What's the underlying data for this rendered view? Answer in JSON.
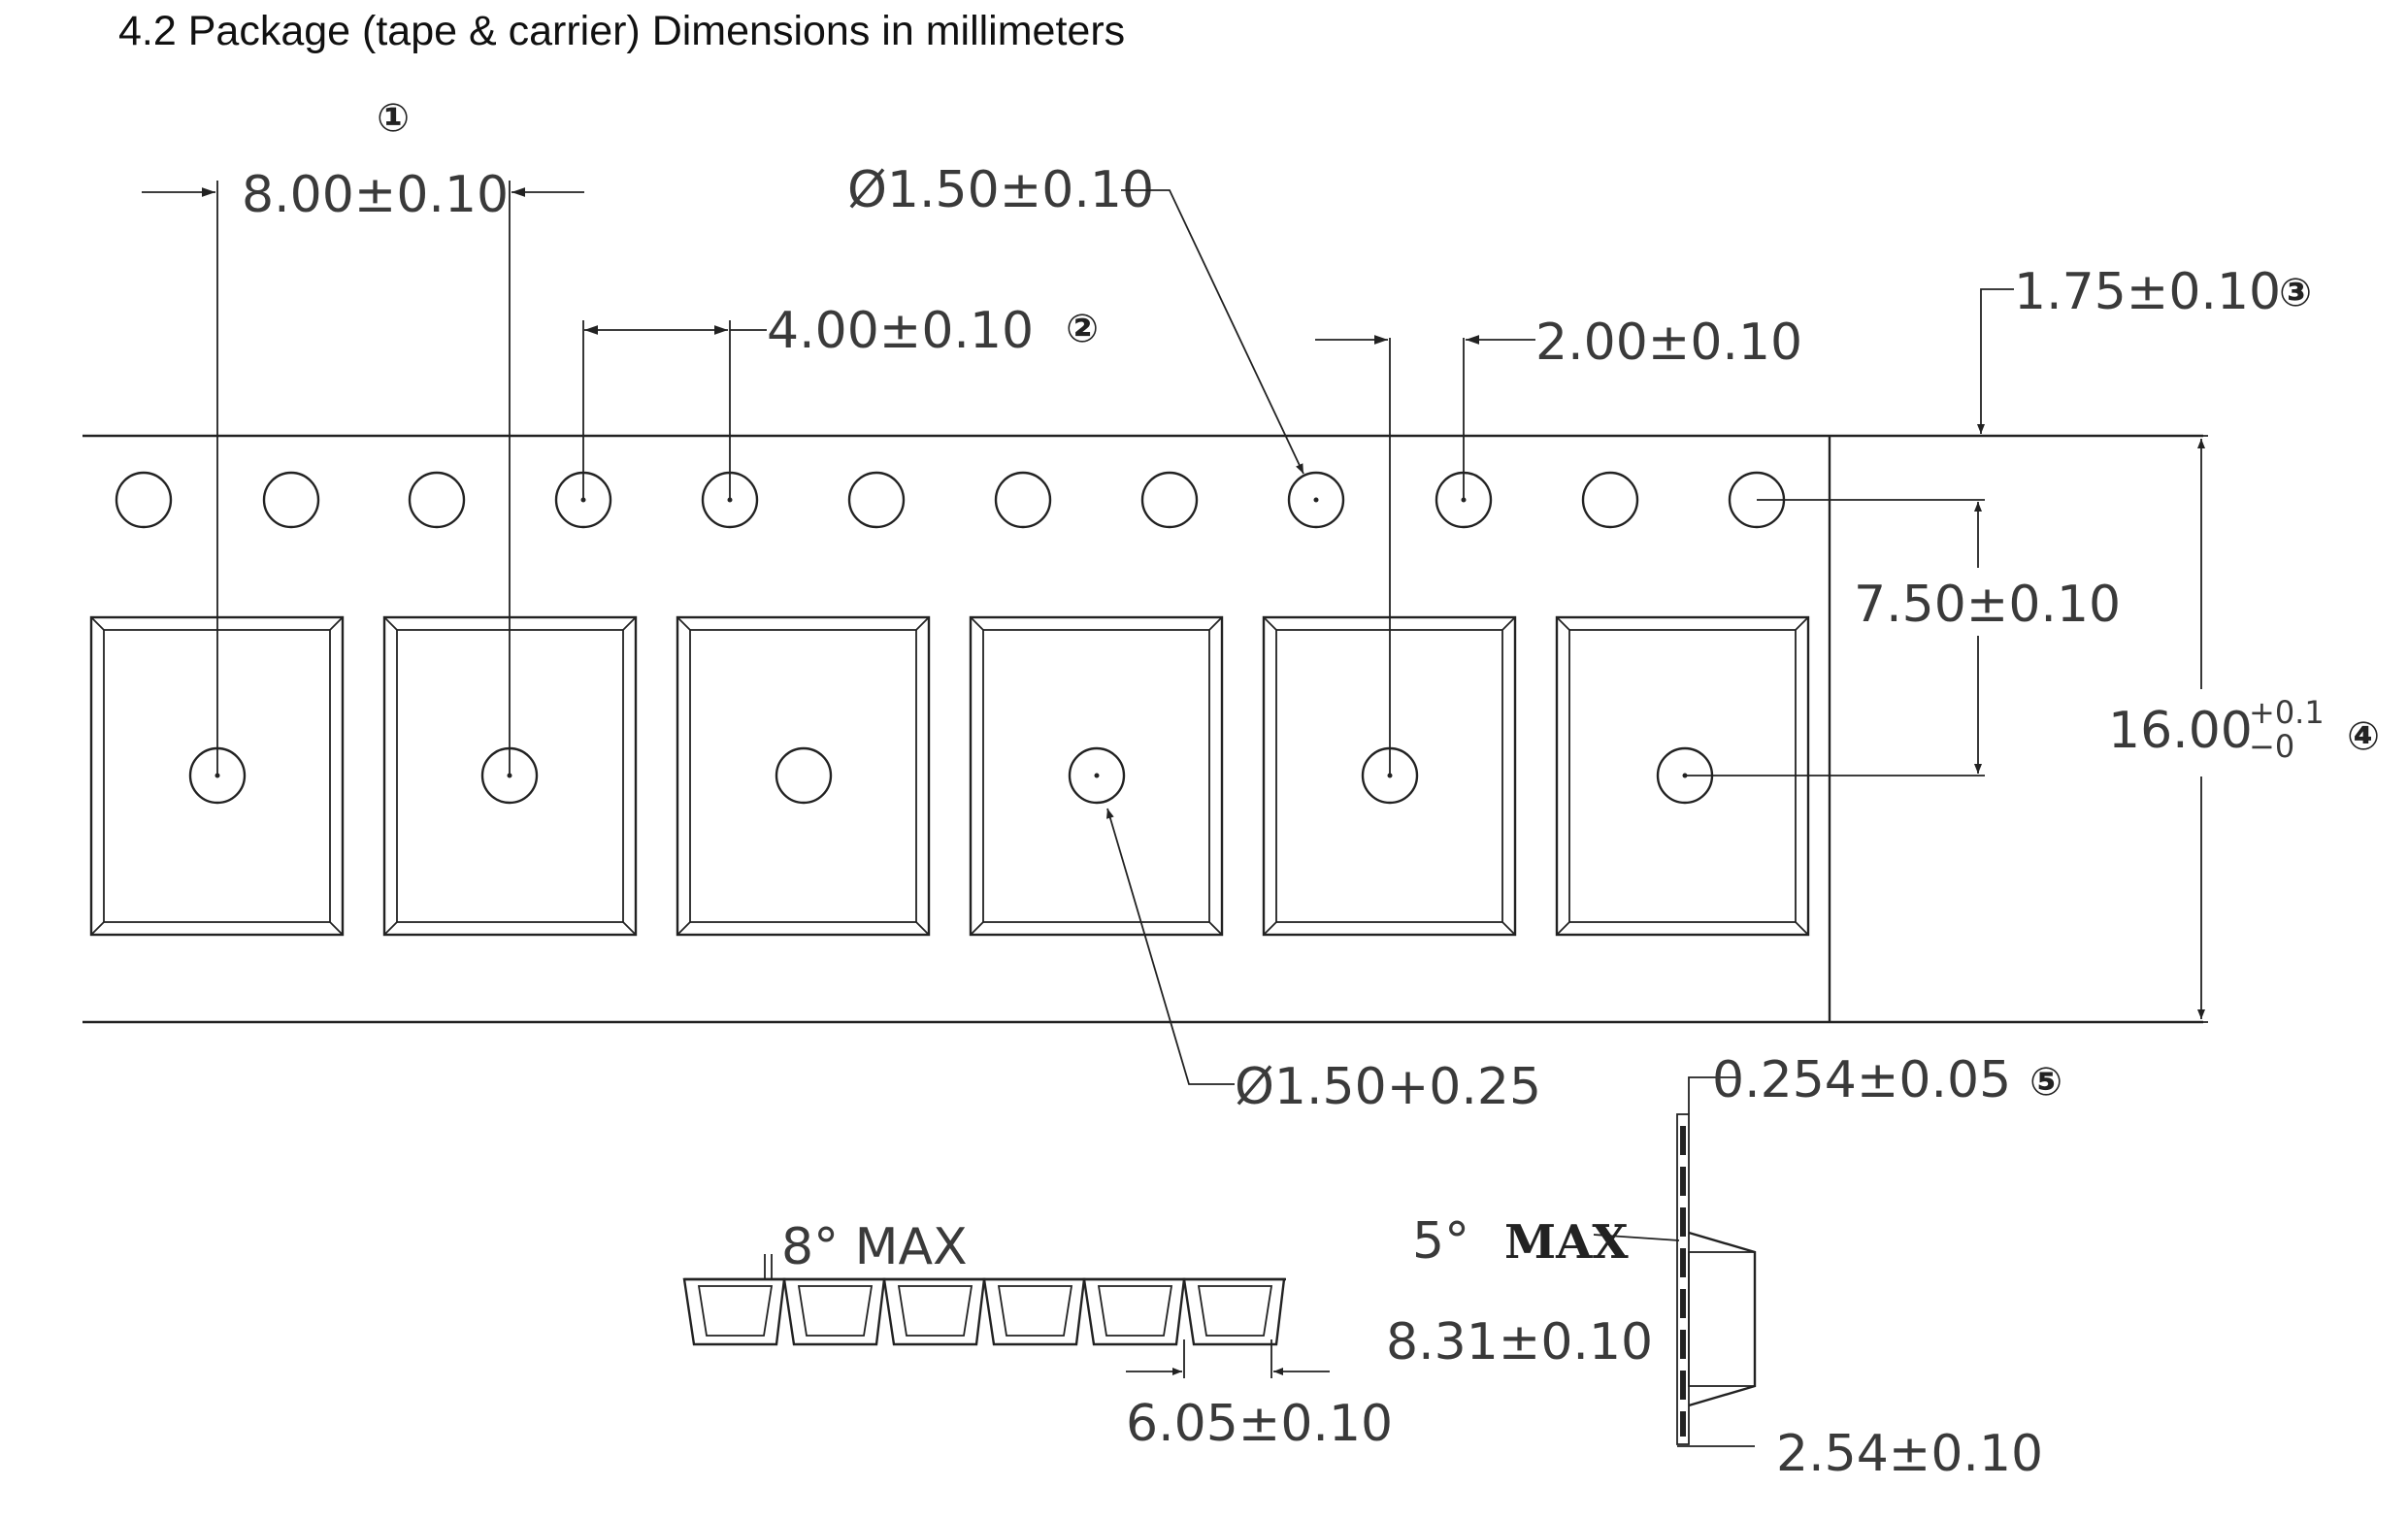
{
  "title": "4.2 Package (tape & carrier) Dimensions in millimeters",
  "markers": {
    "m1": "①",
    "m2": "②",
    "m3": "③",
    "m4": "④",
    "m5": "⑤"
  },
  "dimensions": {
    "pitch": "8.00±0.10",
    "sprocket_hole_dia": "Ø1.50±0.10",
    "sprocket_pitch": "4.00±0.10",
    "pocket_to_hole": "2.00±0.10",
    "edge_to_hole": "1.75±0.10",
    "hole_to_pocket_center": "7.50±0.10",
    "tape_width_main": "16.00",
    "tape_width_tol_plus": "+0.1",
    "tape_width_tol_minus": "−0",
    "pocket_hole_dia": "Ø1.50+0.25",
    "tape_thickness": "0.254±0.05",
    "draft_angle": "8°  MAX",
    "pocket_length": "6.05±0.10",
    "side_angle_value": "5°",
    "side_angle_max": "MAX",
    "pocket_depth": "8.31±0.10",
    "cover_depth": "2.54±0.10"
  },
  "colors": {
    "line": "#222222",
    "text": "#3a3a3a"
  }
}
